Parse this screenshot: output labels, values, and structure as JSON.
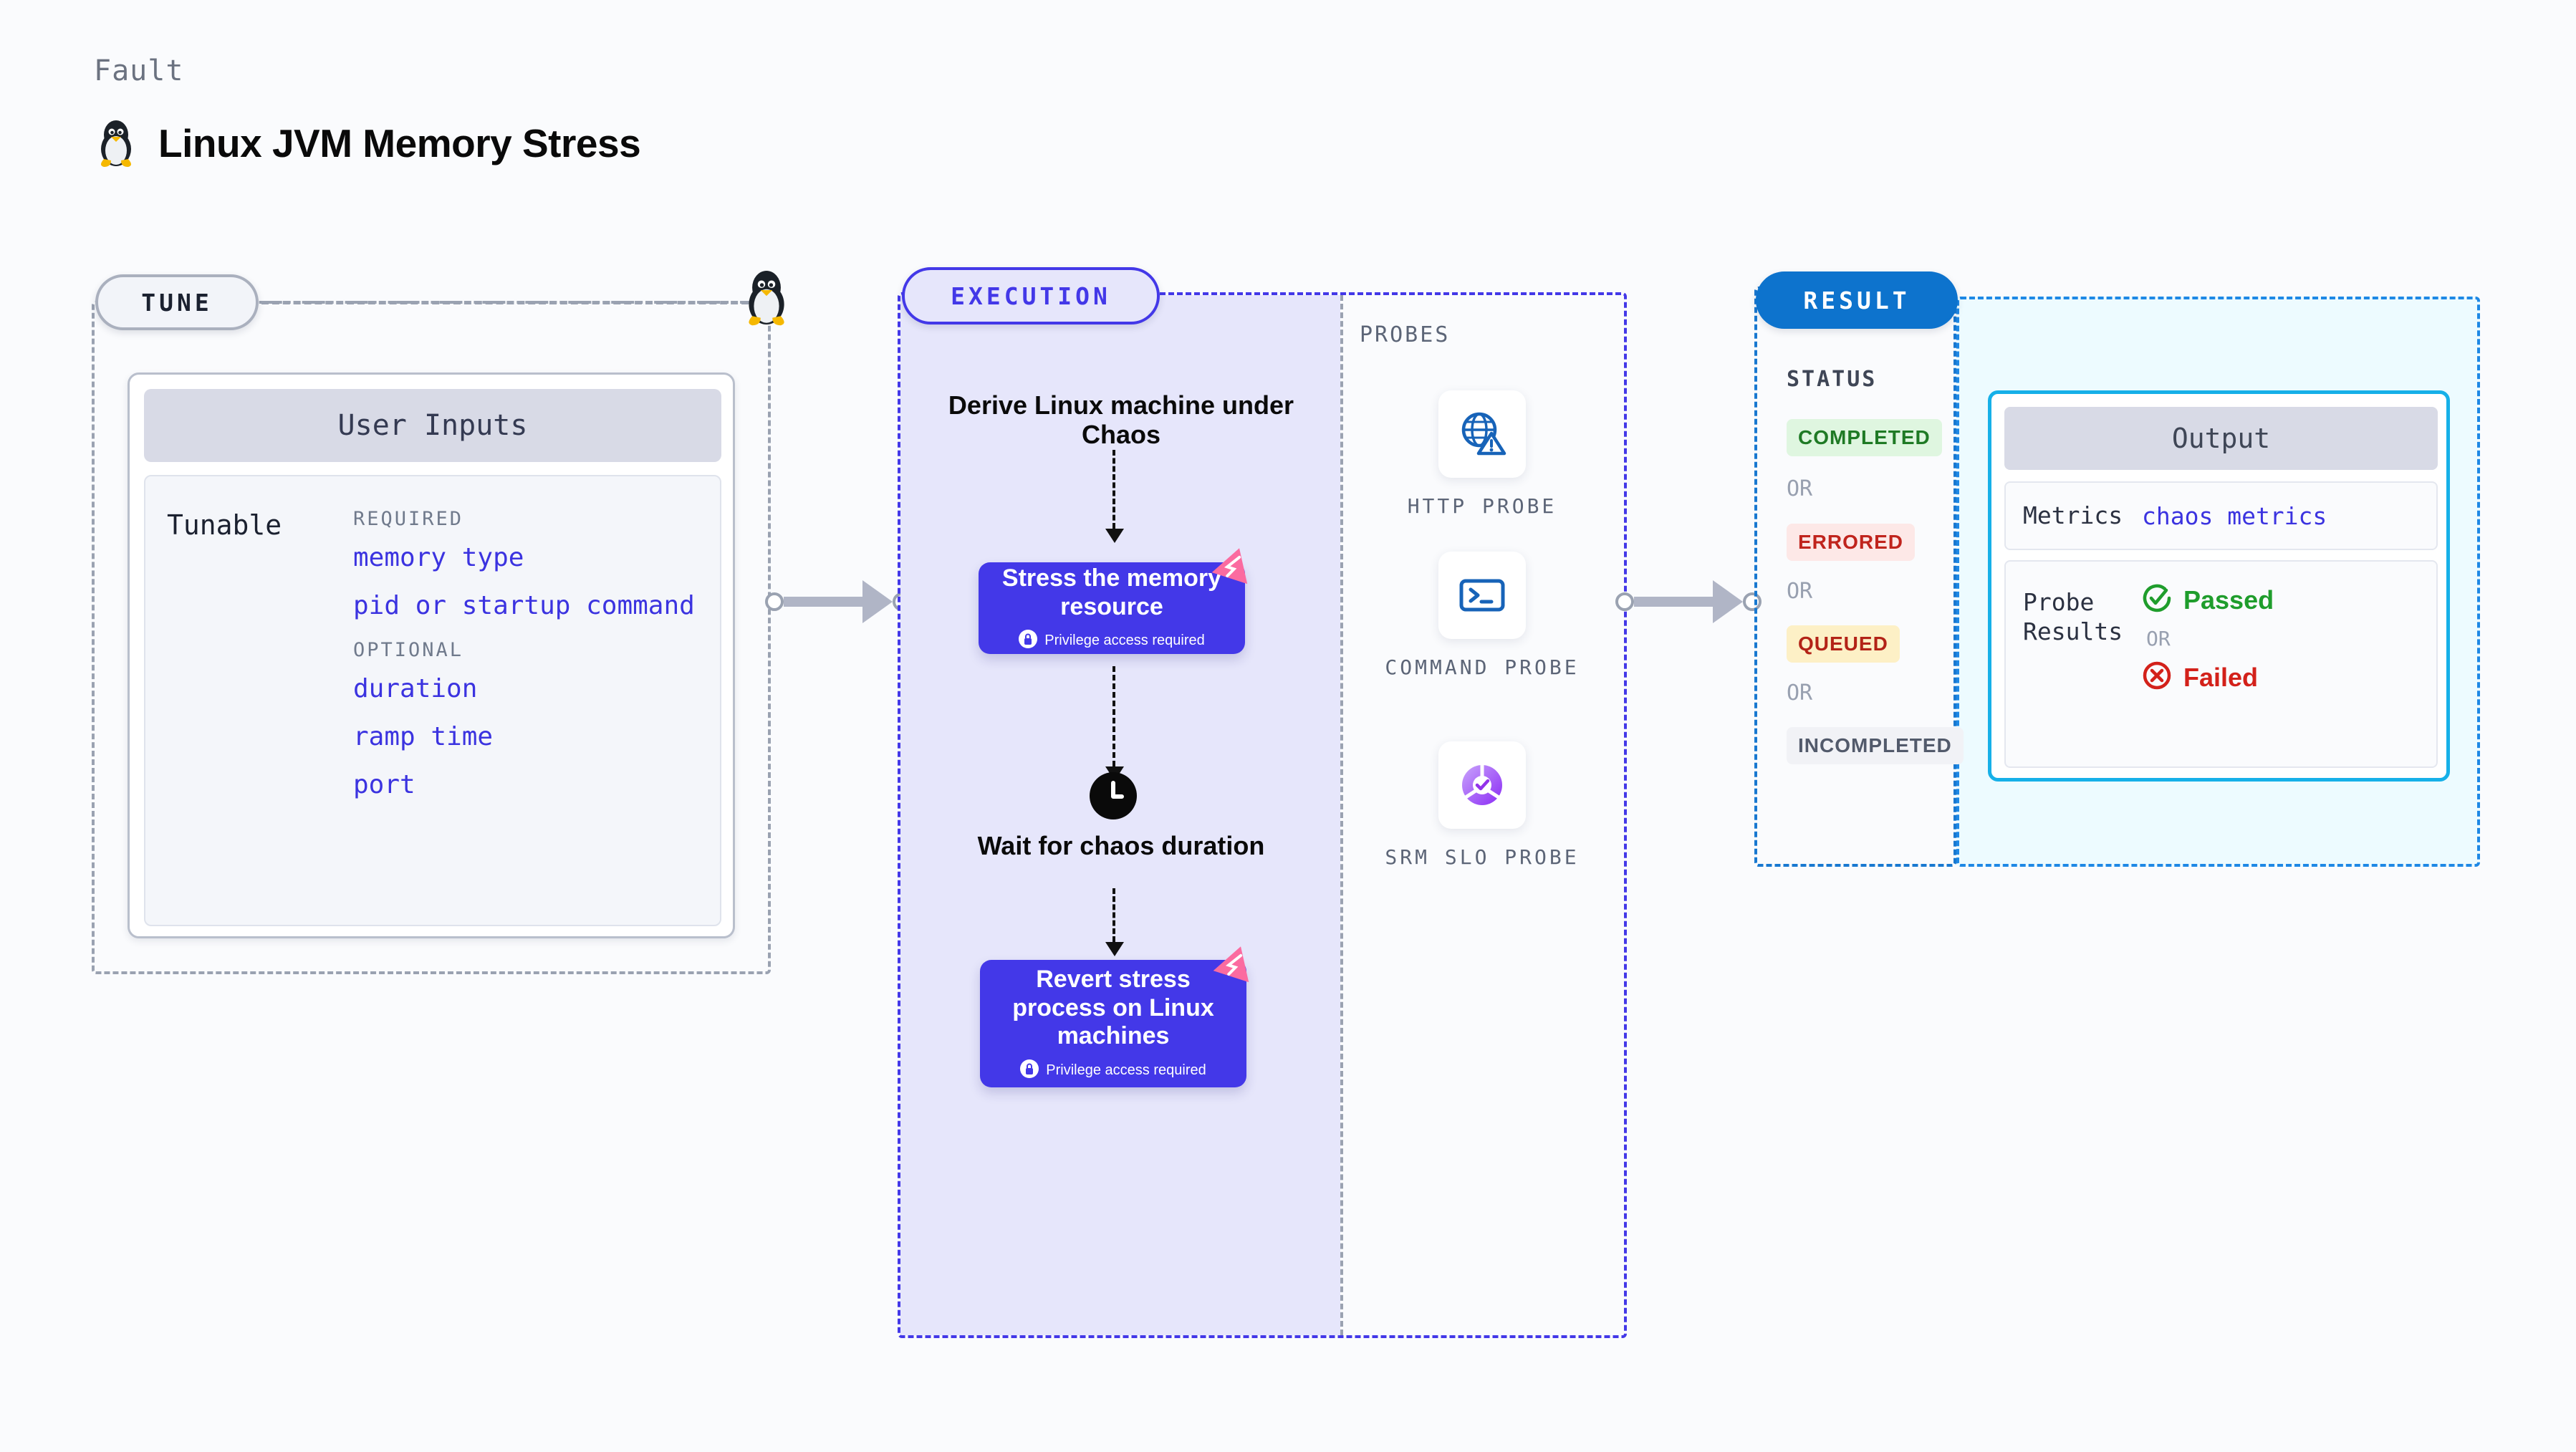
{
  "header": {
    "eyebrow": "Fault",
    "title": "Linux JVM Memory Stress",
    "icon": "tux-penguin-icon"
  },
  "tune": {
    "pill_label": "TUNE",
    "card_title": "User Inputs",
    "tunable_label": "Tunable",
    "groups": [
      {
        "title": "REQUIRED",
        "items": [
          "memory type",
          "pid or startup command"
        ]
      },
      {
        "title": "OPTIONAL",
        "items": [
          "duration",
          "ramp time",
          "port"
        ]
      }
    ]
  },
  "execution": {
    "pill_label": "EXECUTION",
    "steps": [
      {
        "type": "text",
        "label": "Derive Linux machine under Chaos"
      },
      {
        "type": "card",
        "label": "Stress the memory resource",
        "note": "Privilege access required"
      },
      {
        "type": "text",
        "label": "Wait for chaos duration",
        "icon": "clock-icon"
      },
      {
        "type": "card",
        "label": "Revert stress process on Linux machines",
        "note": "Privilege access required"
      }
    ]
  },
  "probes": {
    "section_label": "PROBES",
    "items": [
      {
        "label": "HTTP PROBE",
        "icon": "globe-warning-icon"
      },
      {
        "label": "COMMAND PROBE",
        "icon": "terminal-icon"
      },
      {
        "label": "SRM SLO PROBE",
        "icon": "slo-donut-check-icon"
      }
    ]
  },
  "result": {
    "pill_label": "RESULT",
    "status_label": "STATUS",
    "or_label": "OR",
    "statuses": [
      {
        "label": "COMPLETED",
        "bg": "#dff6e0",
        "fg": "#1f7a25"
      },
      {
        "label": "ERRORED",
        "bg": "#fde8e7",
        "fg": "#c0241d"
      },
      {
        "label": "QUEUED",
        "bg": "#fdf0c6",
        "fg": "#b32317"
      },
      {
        "label": "INCOMPLETED",
        "bg": "#f1f2f6",
        "fg": "#525a6b"
      }
    ],
    "output": {
      "title": "Output",
      "metrics_key": "Metrics",
      "metrics_value": "chaos metrics",
      "probe_results_key": "Probe Results",
      "passed_label": "Passed",
      "failed_label": "Failed",
      "or_label": "OR"
    }
  },
  "colors": {
    "page_bg": "#fafbfd",
    "accent_purple": "#4338e8",
    "accent_blue": "#0d73cd",
    "accent_cyan": "#16b0e8",
    "mono_blue": "#3b33e0",
    "pink_badge": "#fb6ba0"
  }
}
